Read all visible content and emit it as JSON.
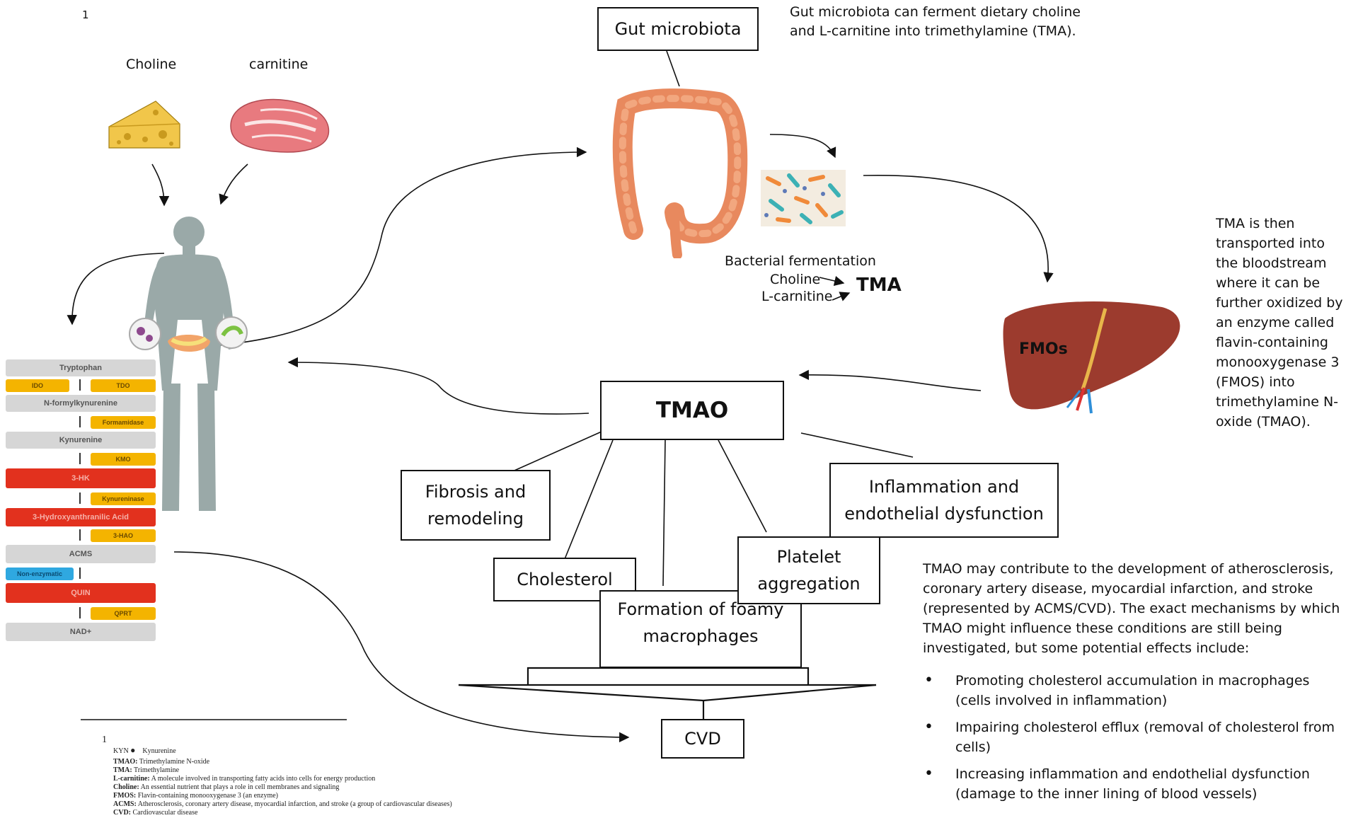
{
  "page_number": "1",
  "foods": {
    "choline_label": "Choline",
    "carnitine_label": "carnitine"
  },
  "gut_microbiota_label": "Gut microbiota",
  "gut_note": "Gut microbiota can ferment dietary choline and L-carnitine into trimethylamine (TMA).",
  "fermentation": {
    "title": "Bacterial fermentation",
    "choline": "Choline",
    "carnitine": "L-carnitine",
    "product": "TMA"
  },
  "liver_label": "FMOs",
  "tma_note": "TMA is then transported into the bloodstream where it can be further oxidized by an enzyme called flavin-containing monooxygenase 3 (FMOS) into trimethylamine N-oxide (TMAO).",
  "tmao_label": "TMAO",
  "effects": {
    "fibrosis": "Fibrosis and remodeling",
    "inflammation": "Inflammation and endothelial dysfunction",
    "platelet": "Platelet aggregation",
    "cholesterol": "Cholesterol",
    "foamy": "Formation of foamy macrophages"
  },
  "cvd_label": "CVD",
  "tmao_note": "TMAO may contribute to the development of atherosclerosis, coronary artery disease, myocardial infarction, and stroke (represented by ACMS/CVD). The exact mechanisms by which TMAO might influence these conditions are still being investigated, but some potential effects include:",
  "bullets": [
    "Promoting cholesterol accumulation in macrophages (cells involved in inflammation)",
    "Impairing cholesterol efflux (removal of cholesterol from cells)",
    "Increasing inflammation and endothelial dysfunction (damage to the inner lining of blood vessels)"
  ],
  "pathway": {
    "tryptophan": "Tryptophan",
    "ido": "IDO",
    "tdo": "TDO",
    "nfk": "N-formylkynurenine",
    "formamidase": "Formamidase",
    "kynurenine": "Kynurenine",
    "kmo": "KMO",
    "hk": "3-HK",
    "kynureninase": "Kynureninase",
    "haa": "3-Hydroxyanthranilic Acid",
    "hao": "3-HAO",
    "acms": "ACMS",
    "nonenz": "Non-enzymatic",
    "quin": "QUIN",
    "qprt": "QPRT",
    "nad": "NAD+"
  },
  "footnote": {
    "marker": "1",
    "kyn_abbr": "KYN",
    "kyn_def": "Kynurenine",
    "items": [
      {
        "abbr": "TMAO:",
        "def": "Trimethylamine N-oxide"
      },
      {
        "abbr": "TMA:",
        "def": "Trimethylamine"
      },
      {
        "abbr": "L-carnitine:",
        "def": "A molecule involved in transporting fatty acids into cells for energy production"
      },
      {
        "abbr": "Choline:",
        "def": "An essential nutrient that plays a role in cell membranes and signaling"
      },
      {
        "abbr": "FMOS:",
        "def": "Flavin-containing monooxygenase 3 (an enzyme)"
      },
      {
        "abbr": "ACMS:",
        "def": "Atherosclerosis, coronary artery disease, myocardial infarction, and stroke (a group of cardiovascular diseases)"
      },
      {
        "abbr": "CVD:",
        "def": "Cardiovascular disease"
      }
    ]
  },
  "colors": {
    "red_step": "#e2311e",
    "yellow_enzyme": "#f4b400",
    "grey_step": "#d6d6d6",
    "body": "#9aa9a8",
    "intestine": "#e8895e",
    "liver": "#9c3b2e"
  }
}
